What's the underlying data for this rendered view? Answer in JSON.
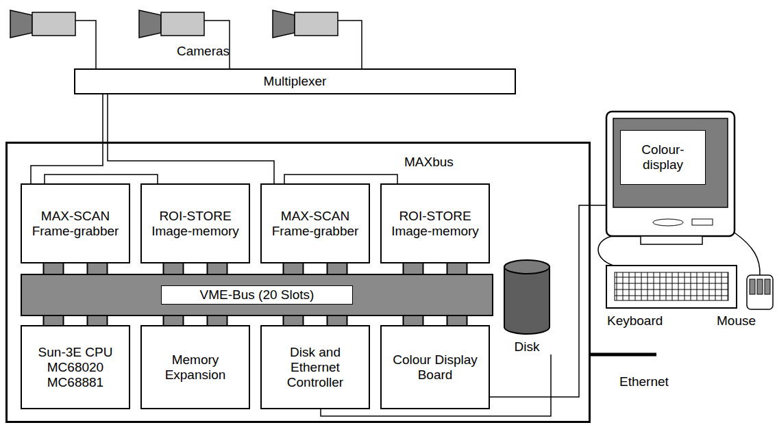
{
  "diagram": {
    "nodes": [
      {
        "text": [
          "Multiplexer"
        ]
      },
      {
        "text": [
          "MAXbus"
        ]
      },
      {
        "text": [
          "MAX-SCAN Frame-grabber"
        ],
        "in": 1
      },
      {
        "text": [
          "ROI-STORE Image-memory"
        ],
        "in": 1
      },
      {
        "text": [
          "MAX-SCAN Frame-grabber"
        ],
        "in": 1
      },
      {
        "text": [
          "ROI-STORE Image-memory"
        ],
        "in": 1
      },
      {
        "text": [
          "VME-Bus (20 Slots)"
        ],
        "in": 1
      },
      {
        "text": [
          "Sun-3E CPU MC68020 MC68881"
        ],
        "in": 1
      },
      {
        "text": [
          "Memory Expansion"
        ],
        "in": 1
      },
      {
        "text": [
          "Disk and Ethernet Controller"
        ],
        "in": 1
      },
      {
        "text": [
          "Colour Display Board"
        ],
        "in": 1
      },
      {
        "text": [
          "Disk"
        ],
        "in": 1
      },
      {
        "text": [
          "Colour-display"
        ]
      }
    ],
    "edges": [
      {
        "from": 0,
        "to": 2,
        "arrow": "none"
      },
      {
        "from": 0,
        "to": 4,
        "arrow": "none"
      },
      {
        "from": 2,
        "to": 3,
        "arrow": "none"
      },
      {
        "from": 4,
        "to": 5,
        "arrow": "none"
      },
      {
        "from": 2,
        "to": 6,
        "arrow": "none"
      },
      {
        "from": 3,
        "to": 6,
        "arrow": "none"
      },
      {
        "from": 4,
        "to": 6,
        "arrow": "none"
      },
      {
        "from": 5,
        "to": 6,
        "arrow": "none"
      },
      {
        "from": 7,
        "to": 6,
        "arrow": "none"
      },
      {
        "from": 8,
        "to": 6,
        "arrow": "none"
      },
      {
        "from": 9,
        "to": 6,
        "arrow": "none"
      },
      {
        "from": 10,
        "to": 6,
        "arrow": "none"
      },
      {
        "from": 9,
        "to": 11,
        "arrow": "none"
      },
      {
        "from": 10,
        "to": 12,
        "arrow": "none"
      }
    ],
    "labels": [
      "Cameras",
      "Keyboard",
      "Mouse",
      "Ethernet"
    ]
  }
}
